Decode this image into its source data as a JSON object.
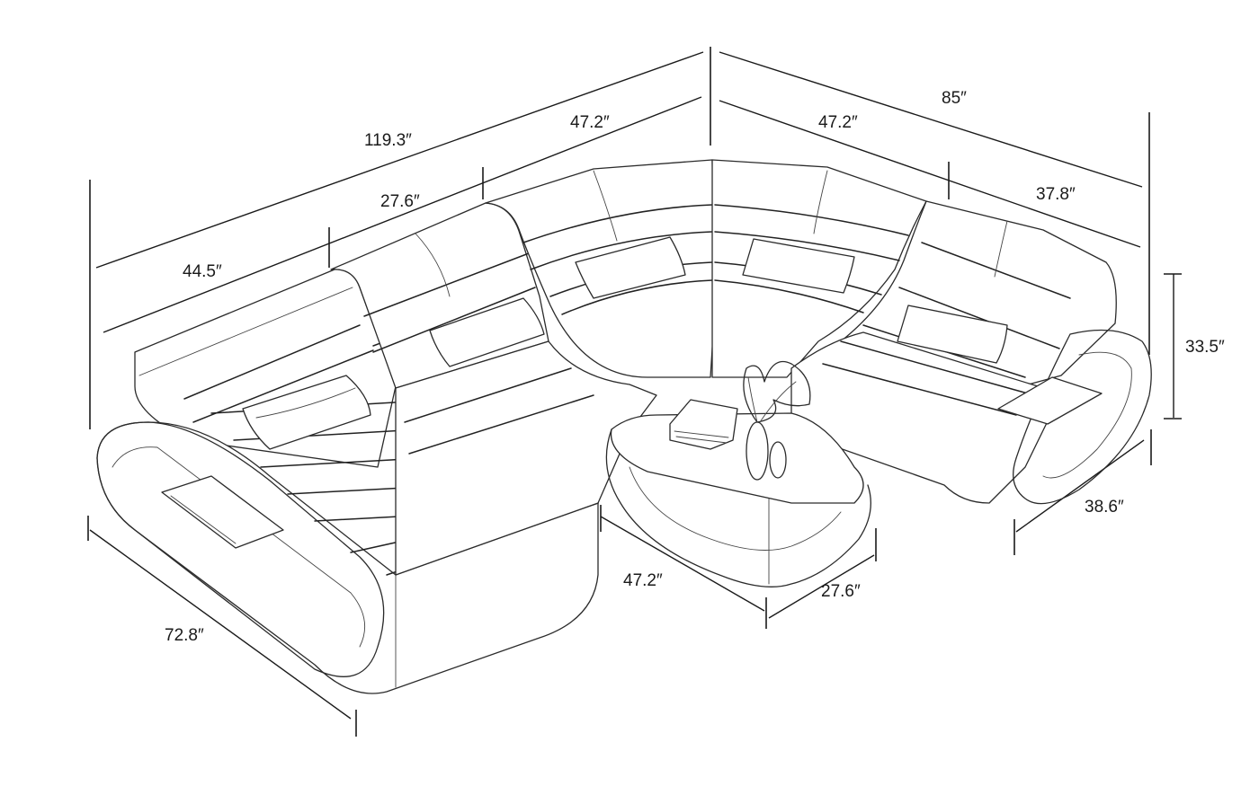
{
  "dimensions": {
    "overall_width": "119.3″",
    "overall_depth": "85″",
    "chaise_back_width": "44.5″",
    "middle_back_width": "27.6″",
    "corner_left_width": "47.2″",
    "corner_right_width": "47.2″",
    "right_section_width": "37.8″",
    "height": "33.5″",
    "right_arm_depth": "38.6″",
    "chaise_length": "72.8″",
    "table_length": "47.2″",
    "table_width": "27.6″"
  }
}
